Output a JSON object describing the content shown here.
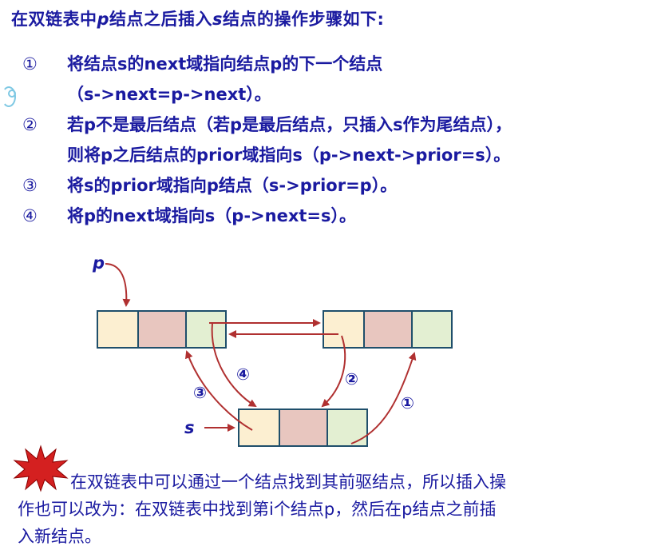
{
  "title": {
    "pre": "在双链表中",
    "v1": "p",
    "mid": "结点之后插入",
    "v2": "s",
    "post": "结点的操作步骤如下:"
  },
  "steps": [
    {
      "num": "①",
      "lines": [
        "将结点s的next域指向结点p的下一个结点",
        "（s->next=p->next）。"
      ]
    },
    {
      "num": "②",
      "lines": [
        "若p不是最后结点（若p是最后结点，只插入s作为尾结点），",
        "则将p之后结点的prior域指向s（p->next->prior=s）。"
      ]
    },
    {
      "num": "③",
      "lines": [
        "将s的prior域指向p结点（s->prior=p）。"
      ]
    },
    {
      "num": "④",
      "lines": [
        "将p的next域指向s（p->next=s）。"
      ]
    }
  ],
  "diagram": {
    "label_p": "p",
    "label_s": "s",
    "markers": [
      "①",
      "②",
      "③",
      "④"
    ],
    "colors": {
      "prior_cell": "#fcefd1",
      "data_cell": "#e8c6bf",
      "next_cell": "#e3efd2",
      "border": "#1f4f6b",
      "arrow": "#b03030",
      "marker": "#1a1aa0"
    }
  },
  "note": {
    "lines": [
      "在双链表中可以通过一个结点找到其前驱结点，所以插入操",
      "作也可以改为：在双链表中找到第i个结点p，然后在p结点之前插",
      "入新结点。"
    ]
  }
}
